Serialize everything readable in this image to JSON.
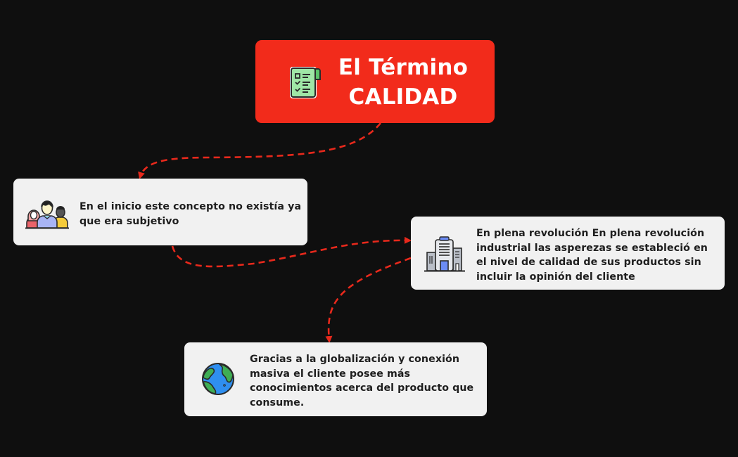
{
  "diagram": {
    "background": "#0f0f0f",
    "accent_color": "#f22b1b",
    "connector_color": "#e8291c",
    "root": {
      "title_line1": "El Término",
      "title_line2": "CALIDAD",
      "icon": "checklist-document-icon"
    },
    "nodes": [
      {
        "id": "node-1",
        "icon": "people-group-icon",
        "text": "En el inicio este concepto no existía ya que era subjetivo"
      },
      {
        "id": "node-2",
        "icon": "office-building-icon",
        "text": "En plena revolución En plena revolución industrial las asperezas se estableció en el nivel de calidad de sus productos sin incluir la opinión del cliente"
      },
      {
        "id": "node-3",
        "icon": "globe-earth-icon",
        "text": "Gracias a la globalización y conexión masiva el cliente posee más conocimientos acerca del producto que consume."
      }
    ],
    "connections": [
      {
        "from": "root",
        "to": "node-1",
        "style": "dashed-arrow"
      },
      {
        "from": "node-1",
        "to": "node-2",
        "style": "dashed-arrow"
      },
      {
        "from": "node-2",
        "to": "node-3",
        "style": "dashed-arrow"
      }
    ]
  }
}
